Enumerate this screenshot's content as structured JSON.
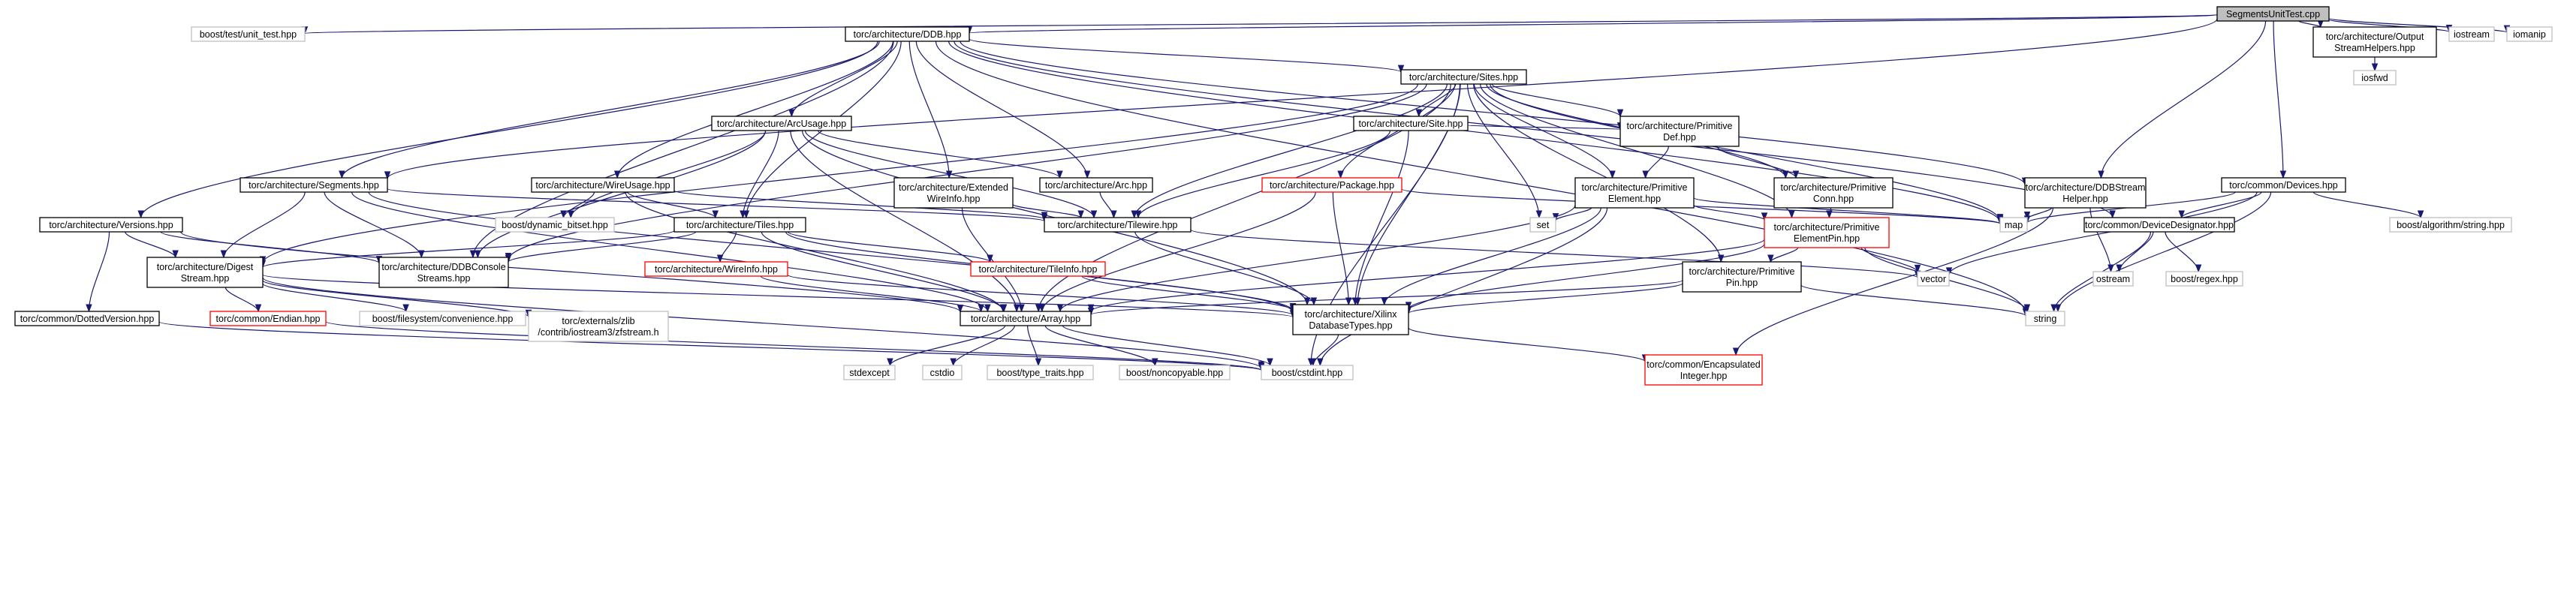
{
  "diagram": {
    "colors": {
      "edge": "#191970",
      "node_border_normal": "#000000",
      "node_border_truncated": "#ff0000",
      "node_border_external": "#bfbfbf",
      "root_fill": "#bfbfbf",
      "node_fill": "#ffffff"
    },
    "nodes": [
      {
        "id": "root",
        "lines": [
          "SegmentsUnitTest.cpp"
        ],
        "style": "root"
      },
      {
        "id": "unit_test",
        "lines": [
          "boost/test/unit_test.hpp"
        ],
        "style": "external"
      },
      {
        "id": "ddb",
        "lines": [
          "torc/architecture/DDB.hpp"
        ],
        "style": "normal"
      },
      {
        "id": "outhelpers",
        "lines": [
          "torc/architecture/Output",
          "StreamHelpers.hpp"
        ],
        "style": "normal"
      },
      {
        "id": "iostream",
        "lines": [
          "iostream"
        ],
        "style": "external"
      },
      {
        "id": "iomanip",
        "lines": [
          "iomanip"
        ],
        "style": "external"
      },
      {
        "id": "iosfwd",
        "lines": [
          "iosfwd"
        ],
        "style": "external"
      },
      {
        "id": "sites",
        "lines": [
          "torc/architecture/Sites.hpp"
        ],
        "style": "normal"
      },
      {
        "id": "site",
        "lines": [
          "torc/architecture/Site.hpp"
        ],
        "style": "normal"
      },
      {
        "id": "arcusage",
        "lines": [
          "torc/architecture/ArcUsage.hpp"
        ],
        "style": "normal"
      },
      {
        "id": "primdef",
        "lines": [
          "torc/architecture/Primitive",
          "Def.hpp"
        ],
        "style": "normal"
      },
      {
        "id": "segments",
        "lines": [
          "torc/architecture/Segments.hpp"
        ],
        "style": "normal"
      },
      {
        "id": "wireusage",
        "lines": [
          "torc/architecture/WireUsage.hpp"
        ],
        "style": "normal"
      },
      {
        "id": "extwire",
        "lines": [
          "torc/architecture/Extended",
          "WireInfo.hpp"
        ],
        "style": "normal"
      },
      {
        "id": "arc",
        "lines": [
          "torc/architecture/Arc.hpp"
        ],
        "style": "normal"
      },
      {
        "id": "package",
        "lines": [
          "torc/architecture/Package.hpp"
        ],
        "style": "truncated"
      },
      {
        "id": "primelem",
        "lines": [
          "torc/architecture/Primitive",
          "Element.hpp"
        ],
        "style": "normal"
      },
      {
        "id": "primconn",
        "lines": [
          "torc/architecture/Primitive",
          "Conn.hpp"
        ],
        "style": "normal"
      },
      {
        "id": "ddbstream",
        "lines": [
          "torc/architecture/DDBStream",
          "Helper.hpp"
        ],
        "style": "normal"
      },
      {
        "id": "devices",
        "lines": [
          "torc/common/Devices.hpp"
        ],
        "style": "normal"
      },
      {
        "id": "versions",
        "lines": [
          "torc/architecture/Versions.hpp"
        ],
        "style": "normal"
      },
      {
        "id": "dynbitset",
        "lines": [
          "boost/dynamic_bitset.hpp"
        ],
        "style": "external"
      },
      {
        "id": "tiles",
        "lines": [
          "torc/architecture/Tiles.hpp"
        ],
        "style": "normal"
      },
      {
        "id": "tilewire",
        "lines": [
          "torc/architecture/Tilewire.hpp"
        ],
        "style": "normal"
      },
      {
        "id": "set",
        "lines": [
          "set"
        ],
        "style": "external"
      },
      {
        "id": "primelempin",
        "lines": [
          "torc/architecture/Primitive",
          "ElementPin.hpp"
        ],
        "style": "truncated"
      },
      {
        "id": "map",
        "lines": [
          "map"
        ],
        "style": "external"
      },
      {
        "id": "devdesig",
        "lines": [
          "torc/common/DeviceDesignator.hpp"
        ],
        "style": "normal"
      },
      {
        "id": "algostring",
        "lines": [
          "boost/algorithm/string.hpp"
        ],
        "style": "external"
      },
      {
        "id": "digest",
        "lines": [
          "torc/architecture/Digest",
          "Stream.hpp"
        ],
        "style": "normal"
      },
      {
        "id": "ddbconsole",
        "lines": [
          "torc/architecture/DDBConsole",
          "Streams.hpp"
        ],
        "style": "normal"
      },
      {
        "id": "wireinfo",
        "lines": [
          "torc/architecture/WireInfo.hpp"
        ],
        "style": "truncated"
      },
      {
        "id": "tileinfo",
        "lines": [
          "torc/architecture/TileInfo.hpp"
        ],
        "style": "truncated"
      },
      {
        "id": "primpin",
        "lines": [
          "torc/architecture/Primitive",
          "Pin.hpp"
        ],
        "style": "normal"
      },
      {
        "id": "vector",
        "lines": [
          "vector"
        ],
        "style": "external"
      },
      {
        "id": "ostream",
        "lines": [
          "ostream"
        ],
        "style": "external"
      },
      {
        "id": "regex",
        "lines": [
          "boost/regex.hpp"
        ],
        "style": "external"
      },
      {
        "id": "dotted",
        "lines": [
          "torc/common/DottedVersion.hpp"
        ],
        "style": "normal"
      },
      {
        "id": "endian",
        "lines": [
          "torc/common/Endian.hpp"
        ],
        "style": "truncated"
      },
      {
        "id": "fsconv",
        "lines": [
          "boost/filesystem/convenience.hpp"
        ],
        "style": "external"
      },
      {
        "id": "zfstream",
        "lines": [
          "torc/externals/zlib",
          "/contrib/iostream3/zfstream.h"
        ],
        "style": "external"
      },
      {
        "id": "array",
        "lines": [
          "torc/architecture/Array.hpp"
        ],
        "style": "normal"
      },
      {
        "id": "xilinxdb",
        "lines": [
          "torc/architecture/Xilinx",
          "DatabaseTypes.hpp"
        ],
        "style": "normal"
      },
      {
        "id": "string",
        "lines": [
          "string"
        ],
        "style": "external"
      },
      {
        "id": "stdexcept",
        "lines": [
          "stdexcept"
        ],
        "style": "external"
      },
      {
        "id": "cstdio",
        "lines": [
          "cstdio"
        ],
        "style": "external"
      },
      {
        "id": "typetraits",
        "lines": [
          "boost/type_traits.hpp"
        ],
        "style": "external"
      },
      {
        "id": "noncopyable",
        "lines": [
          "boost/noncopyable.hpp"
        ],
        "style": "external"
      },
      {
        "id": "cstdint",
        "lines": [
          "boost/cstdint.hpp"
        ],
        "style": "external"
      },
      {
        "id": "encap",
        "lines": [
          "torc/common/Encapsulated",
          "Integer.hpp"
        ],
        "style": "truncated"
      }
    ],
    "edges": [
      [
        "root",
        "unit_test"
      ],
      [
        "root",
        "ddb"
      ],
      [
        "root",
        "segments"
      ],
      [
        "root",
        "outhelpers"
      ],
      [
        "root",
        "iostream"
      ],
      [
        "root",
        "iomanip"
      ],
      [
        "root",
        "ddbstream"
      ],
      [
        "root",
        "devices"
      ],
      [
        "outhelpers",
        "iosfwd"
      ],
      [
        "ddb",
        "sites"
      ],
      [
        "ddb",
        "arcusage"
      ],
      [
        "ddb",
        "segments"
      ],
      [
        "ddb",
        "wireusage"
      ],
      [
        "ddb",
        "extwire"
      ],
      [
        "ddb",
        "arc"
      ],
      [
        "ddb",
        "tiles"
      ],
      [
        "ddb",
        "versions"
      ],
      [
        "ddb",
        "ddbconsole"
      ],
      [
        "ddb",
        "ddbstream"
      ],
      [
        "ddb",
        "devdesig"
      ],
      [
        "ddb",
        "map"
      ],
      [
        "ddb",
        "string"
      ],
      [
        "sites",
        "site"
      ],
      [
        "sites",
        "primdef"
      ],
      [
        "sites",
        "primelem"
      ],
      [
        "sites",
        "primconn"
      ],
      [
        "sites",
        "package"
      ],
      [
        "sites",
        "tilewire"
      ],
      [
        "sites",
        "set"
      ],
      [
        "sites",
        "map"
      ],
      [
        "sites",
        "primelempin"
      ],
      [
        "sites",
        "primpin"
      ],
      [
        "sites",
        "xilinxdb"
      ],
      [
        "sites",
        "digest"
      ],
      [
        "sites",
        "ddbconsole"
      ],
      [
        "sites",
        "cstdint"
      ],
      [
        "sites",
        "array"
      ],
      [
        "site",
        "primdef"
      ],
      [
        "site",
        "tilewire"
      ],
      [
        "site",
        "xilinxdb"
      ],
      [
        "primdef",
        "primelem"
      ],
      [
        "primdef",
        "primconn"
      ],
      [
        "primconn",
        "primelempin"
      ],
      [
        "primelem",
        "primelempin"
      ],
      [
        "primelem",
        "set"
      ],
      [
        "primelem",
        "map"
      ],
      [
        "primelem",
        "array"
      ],
      [
        "primelem",
        "xilinxdb"
      ],
      [
        "primelem",
        "cstdint"
      ],
      [
        "primelempin",
        "vector"
      ],
      [
        "primelempin",
        "string"
      ],
      [
        "primelempin",
        "primpin"
      ],
      [
        "primelempin",
        "xilinxdb"
      ],
      [
        "primelempin",
        "array"
      ],
      [
        "primpin",
        "xilinxdb"
      ],
      [
        "primpin",
        "array"
      ],
      [
        "primpin",
        "string"
      ],
      [
        "package",
        "map"
      ],
      [
        "package",
        "xilinxdb"
      ],
      [
        "package",
        "array"
      ],
      [
        "arcusage",
        "arc"
      ],
      [
        "arcusage",
        "tilewire"
      ],
      [
        "arcusage",
        "tiles"
      ],
      [
        "arcusage",
        "dynbitset"
      ],
      [
        "arcusage",
        "ddbconsole"
      ],
      [
        "arcusage",
        "xilinxdb"
      ],
      [
        "arcusage",
        "array"
      ],
      [
        "arc",
        "tilewire"
      ],
      [
        "extwire",
        "tilewire"
      ],
      [
        "extwire",
        "array"
      ],
      [
        "wireusage",
        "tilewire"
      ],
      [
        "wireusage",
        "tiles"
      ],
      [
        "wireusage",
        "dynbitset"
      ],
      [
        "wireusage",
        "array"
      ],
      [
        "segments",
        "tilewire"
      ],
      [
        "segments",
        "digest"
      ],
      [
        "segments",
        "ddbconsole"
      ],
      [
        "segments",
        "array"
      ],
      [
        "segments",
        "xilinxdb"
      ],
      [
        "tiles",
        "digest"
      ],
      [
        "tiles",
        "ddbconsole"
      ],
      [
        "tiles",
        "wireinfo"
      ],
      [
        "tiles",
        "tileinfo"
      ],
      [
        "tiles",
        "array"
      ],
      [
        "tiles",
        "xilinxdb"
      ],
      [
        "tilewire",
        "xilinxdb"
      ],
      [
        "tilewire",
        "vector"
      ],
      [
        "wireinfo",
        "array"
      ],
      [
        "wireinfo",
        "xilinxdb"
      ],
      [
        "tileinfo",
        "xilinxdb"
      ],
      [
        "versions",
        "digest"
      ],
      [
        "versions",
        "dotted"
      ],
      [
        "versions",
        "ddbconsole"
      ],
      [
        "versions",
        "array"
      ],
      [
        "digest",
        "endian"
      ],
      [
        "digest",
        "fsconv"
      ],
      [
        "digest",
        "zfstream"
      ],
      [
        "digest",
        "cstdint"
      ],
      [
        "digest",
        "xilinxdb"
      ],
      [
        "endian",
        "cstdint"
      ],
      [
        "dotted",
        "cstdint"
      ],
      [
        "array",
        "stdexcept"
      ],
      [
        "array",
        "cstdio"
      ],
      [
        "array",
        "typetraits"
      ],
      [
        "array",
        "noncopyable"
      ],
      [
        "array",
        "cstdint"
      ],
      [
        "xilinxdb",
        "cstdint"
      ],
      [
        "xilinxdb",
        "encap"
      ],
      [
        "ddbstream",
        "map"
      ],
      [
        "ddbstream",
        "ostream"
      ],
      [
        "ddbstream",
        "encap"
      ],
      [
        "devices",
        "devdesig"
      ],
      [
        "devices",
        "map"
      ],
      [
        "devices",
        "vector"
      ],
      [
        "devices",
        "string"
      ],
      [
        "devices",
        "algostring"
      ],
      [
        "devdesig",
        "ostream"
      ],
      [
        "devdesig",
        "string"
      ],
      [
        "devdesig",
        "regex"
      ]
    ]
  }
}
